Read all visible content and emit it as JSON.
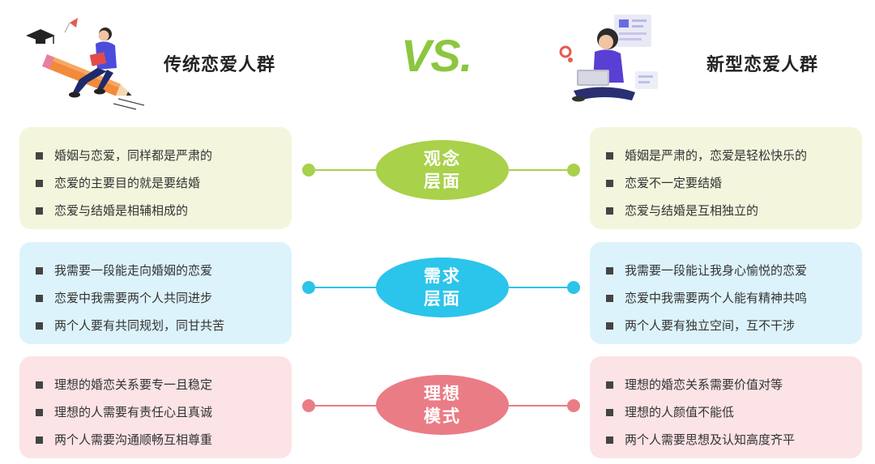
{
  "header": {
    "left_title": "传统恋爱人群",
    "vs_label": "VS.",
    "right_title": "新型恋爱人群"
  },
  "rows": [
    {
      "label_line1": "观念",
      "label_line2": "层面",
      "color": "#a9d14a",
      "left": [
        "婚姻与恋爱，同样都是严肃的",
        "恋爱的主要目的就是要结婚",
        "恋爱与结婚是相辅相成的"
      ],
      "right": [
        "婚姻是严肃的，恋爱是轻松快乐的",
        "恋爱不一定要结婚",
        "恋爱与结婚是互相独立的"
      ]
    },
    {
      "label_line1": "需求",
      "label_line2": "层面",
      "color": "#2bc4ea",
      "left": [
        "我需要一段能走向婚姻的恋爱",
        "恋爱中我需要两个人共同进步",
        "两个人要有共同规划，同甘共苦"
      ],
      "right": [
        "我需要一段能让我身心愉悦的恋爱",
        "恋爱中我需要两个人能有精神共鸣",
        "两个人要有独立空间，互不干涉"
      ]
    },
    {
      "label_line1": "理想",
      "label_line2": "模式",
      "color": "#ea7c86",
      "left": [
        "理想的婚恋关系要专一且稳定",
        "理想的人需要有责任心且真诚",
        "两个人需要沟通顺畅互相尊重"
      ],
      "right": [
        "理想的婚恋关系需要价值对等",
        "理想的人颜值不能低",
        "两个人需要思想及认知高度齐平"
      ]
    }
  ],
  "icons": {
    "left_illustration": "student-on-pencil-icon",
    "right_illustration": "woman-with-laptop-icon"
  }
}
